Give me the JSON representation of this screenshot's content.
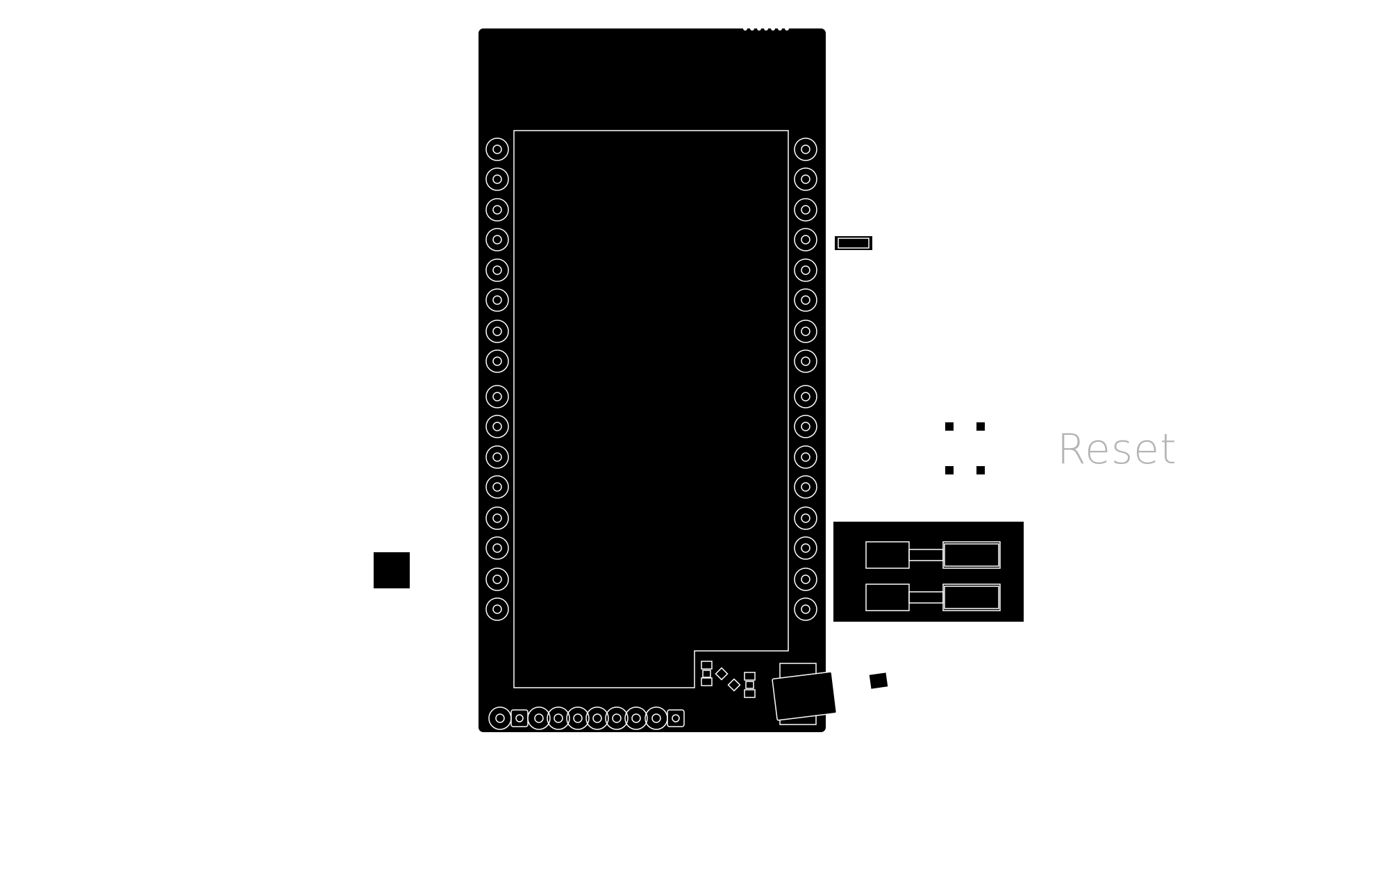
{
  "labels": {
    "reset": "Reset"
  },
  "colors": {
    "board": "#000000",
    "silkscreen": "#ffffff",
    "label": "#b4b4b4",
    "background": "#ffffff"
  },
  "board": {
    "left_header_pins": 16,
    "right_header_pins": 16,
    "bottom_header_pins": 10,
    "square_pad_indices_bottom": [
      1,
      9
    ]
  }
}
